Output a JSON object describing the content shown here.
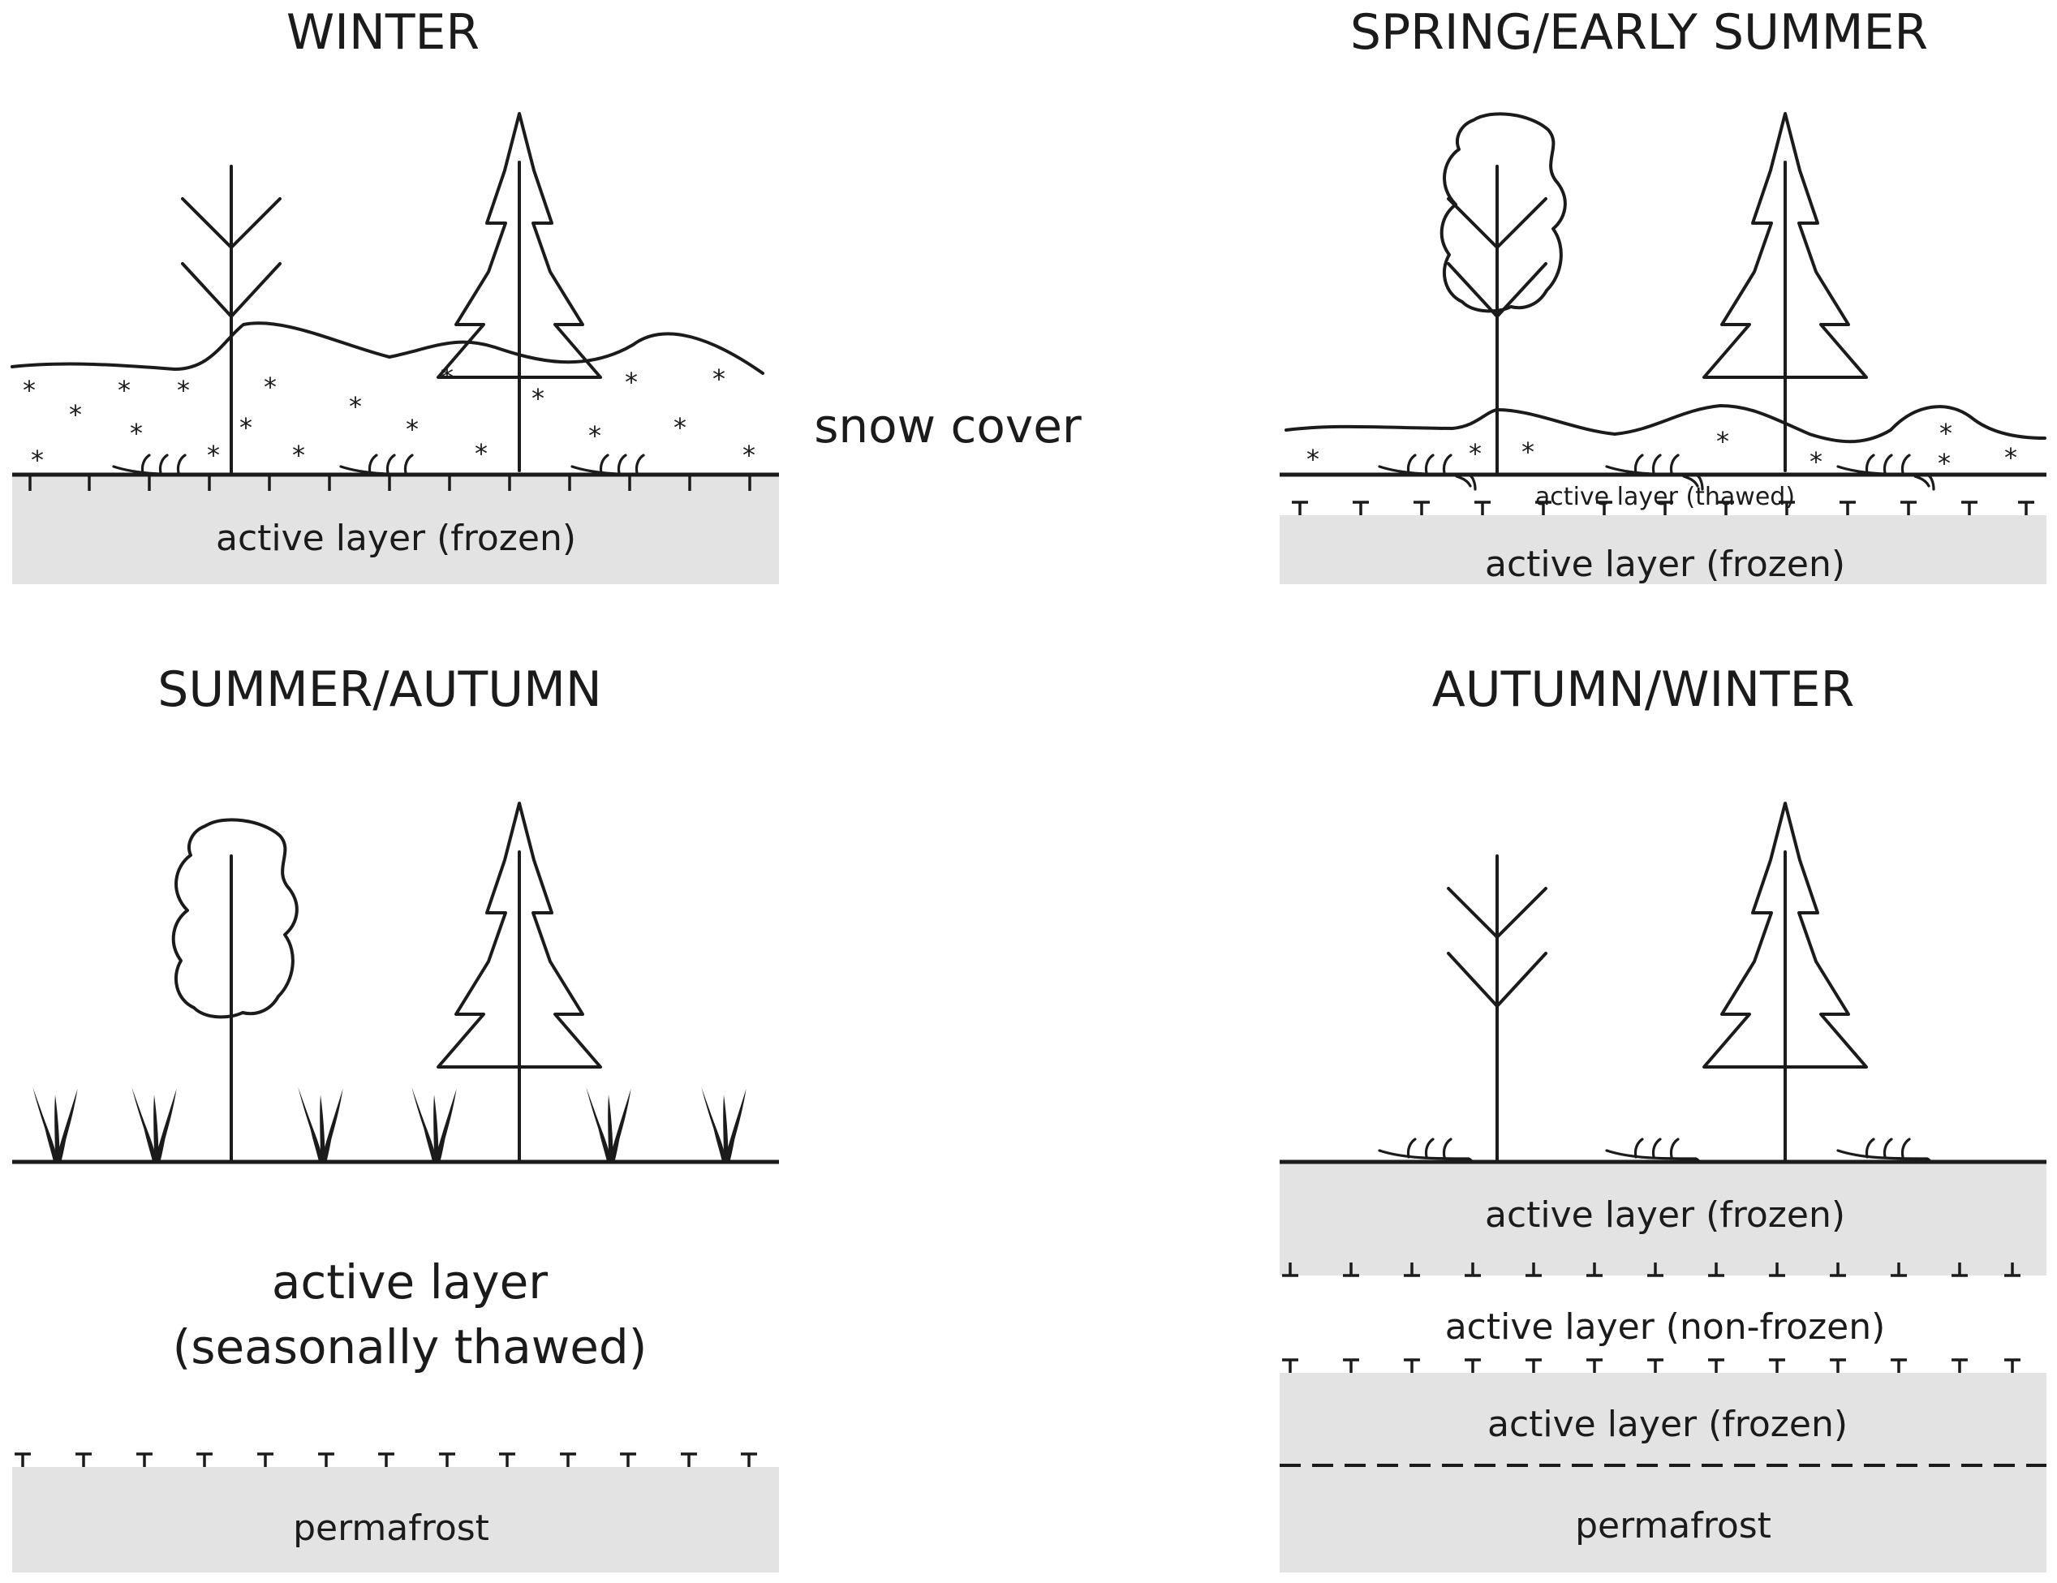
{
  "panels": {
    "winter": {
      "title": "WINTER",
      "snow_label": "snow cover",
      "layer_label": "active layer (frozen)"
    },
    "spring": {
      "title": "SPRING/EARLY SUMMER",
      "thawed_label": "active layer (thawed)",
      "frozen_label": "active layer (frozen)"
    },
    "summer": {
      "title": "SUMMER/AUTUMN",
      "active_label_line1": "active layer",
      "active_label_line2": "(seasonally thawed)",
      "permafrost_label": "permafrost"
    },
    "autumn": {
      "title": "AUTUMN/WINTER",
      "frozen_top_label": "active layer (frozen)",
      "nonfrozen_label": "active layer (non-frozen)",
      "frozen_bottom_label": "active layer (frozen)",
      "permafrost_label": "permafrost"
    }
  },
  "colors": {
    "ink": "#1b1b1b",
    "frozen_fill": "#e3e3e3",
    "background": "#ffffff"
  },
  "icons": [
    "bare-deciduous-tree-icon",
    "conifer-tree-icon",
    "leafy-deciduous-tree-icon",
    "grass-tuft-icon",
    "shrub-icon",
    "snowflake-icon"
  ]
}
